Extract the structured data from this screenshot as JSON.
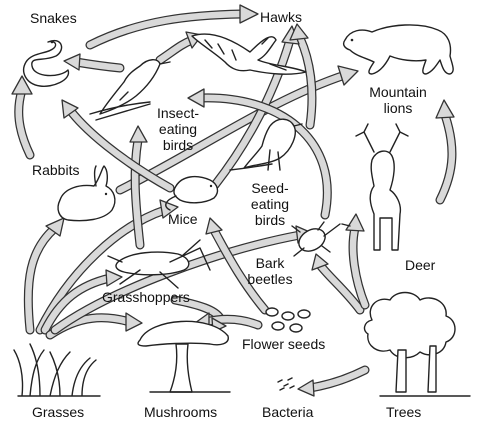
{
  "organisms": {
    "snakes": "Snakes",
    "hawks": "Hawks",
    "mountain_lions_1": "Mountain",
    "mountain_lions_2": "lions",
    "insect_birds_1": "Insect-",
    "insect_birds_2": "eating",
    "insect_birds_3": "birds",
    "rabbits": "Rabbits",
    "mice": "Mice",
    "seed_birds_1": "Seed-",
    "seed_birds_2": "eating",
    "seed_birds_3": "birds",
    "bark_beetles_1": "Bark",
    "bark_beetles_2": "beetles",
    "deer": "Deer",
    "grasshoppers": "Grasshoppers",
    "flower_seeds": "Flower seeds",
    "grasses": "Grasses",
    "mushrooms": "Mushrooms",
    "bacteria": "Bacteria",
    "trees": "Trees"
  },
  "colors": {
    "arrow_fill": "#d9d9d9",
    "ink": "#222222"
  }
}
